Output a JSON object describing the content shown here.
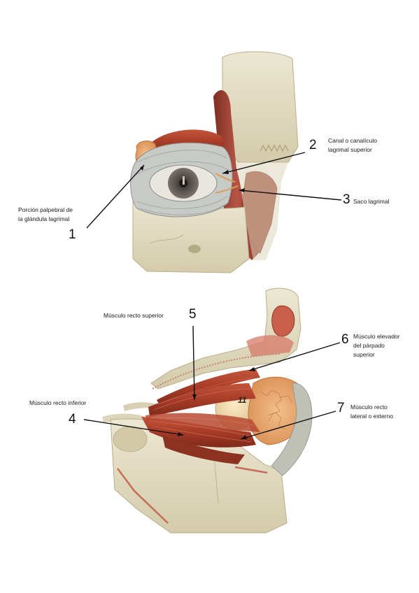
{
  "top_model": {
    "labels": {
      "canal": {
        "number": "2",
        "text_line1": "Canal o canalículo",
        "text_line2": "lagrimal superior"
      },
      "saco": {
        "number": "3",
        "text": "Saco lagrimal"
      },
      "glandula": {
        "number": "1",
        "text_line1": "Porción palpebral de",
        "text_line2": "la glándula lagrimal"
      }
    }
  },
  "bottom_model": {
    "eyeball_marking": "11",
    "labels": {
      "recto_superior": {
        "number": "5",
        "text": "Músculo recto superior"
      },
      "elevador": {
        "number": "6",
        "text_line1": "Músculo elevador",
        "text_line2": "del párpado",
        "text_line3": "superior"
      },
      "recto_inferior": {
        "number": "4",
        "text": "Músculo recto inferior"
      },
      "recto_lateral": {
        "number": "7",
        "text_line1": "Músculo recto",
        "text_line2": "lateral o externo"
      }
    }
  },
  "colors": {
    "plaster": "#e6e0c8",
    "plaster_shade": "#cfc7a6",
    "muscle": "#b4442e",
    "muscle_dark": "#7e2a1c",
    "fat": "#e8a66e",
    "conjunctiva": "#c9ccc8",
    "iris": "#5d5650",
    "leader": "#111111"
  }
}
